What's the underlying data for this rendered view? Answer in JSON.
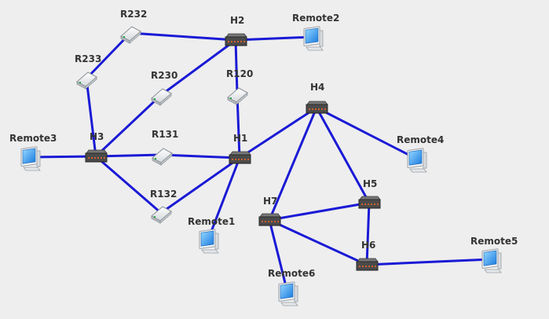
{
  "colors": {
    "link": "#1a1ad6",
    "background": "#eeeeee",
    "label": "#333333"
  },
  "nodes": [
    {
      "id": "R232",
      "label": "R232",
      "kind": "router"
    },
    {
      "id": "H2",
      "label": "H2",
      "kind": "hub"
    },
    {
      "id": "Remote2",
      "label": "Remote2",
      "kind": "computer"
    },
    {
      "id": "R233",
      "label": "R233",
      "kind": "router"
    },
    {
      "id": "R230",
      "label": "R230",
      "kind": "router"
    },
    {
      "id": "R120",
      "label": "R120",
      "kind": "router"
    },
    {
      "id": "H4",
      "label": "H4",
      "kind": "hub"
    },
    {
      "id": "Remote3",
      "label": "Remote3",
      "kind": "computer"
    },
    {
      "id": "H3",
      "label": "H3",
      "kind": "hub"
    },
    {
      "id": "R131",
      "label": "R131",
      "kind": "router"
    },
    {
      "id": "H1",
      "label": "H1",
      "kind": "hub"
    },
    {
      "id": "Remote4",
      "label": "Remote4",
      "kind": "computer"
    },
    {
      "id": "H5",
      "label": "H5",
      "kind": "hub"
    },
    {
      "id": "R132",
      "label": "R132",
      "kind": "router"
    },
    {
      "id": "H7",
      "label": "H7",
      "kind": "hub"
    },
    {
      "id": "Remote1",
      "label": "Remote1",
      "kind": "computer"
    },
    {
      "id": "H6",
      "label": "H6",
      "kind": "hub"
    },
    {
      "id": "Remote5",
      "label": "Remote5",
      "kind": "computer"
    },
    {
      "id": "Remote6",
      "label": "Remote6",
      "kind": "computer"
    }
  ],
  "links": [
    [
      "R232",
      "H2"
    ],
    [
      "H2",
      "Remote2"
    ],
    [
      "R232",
      "R233"
    ],
    [
      "R233",
      "H3"
    ],
    [
      "H2",
      "R230"
    ],
    [
      "R230",
      "H3"
    ],
    [
      "H2",
      "R120"
    ],
    [
      "R120",
      "H1"
    ],
    [
      "Remote3",
      "H3"
    ],
    [
      "H3",
      "R131"
    ],
    [
      "R131",
      "H1"
    ],
    [
      "H3",
      "R132"
    ],
    [
      "R132",
      "H1"
    ],
    [
      "H1",
      "Remote1"
    ],
    [
      "H1",
      "H4"
    ],
    [
      "H4",
      "Remote4"
    ],
    [
      "H4",
      "H5"
    ],
    [
      "H4",
      "H7"
    ],
    [
      "H5",
      "H7"
    ],
    [
      "H5",
      "H6"
    ],
    [
      "H7",
      "H6"
    ],
    [
      "H6",
      "Remote5"
    ],
    [
      "H7",
      "Remote6"
    ]
  ]
}
